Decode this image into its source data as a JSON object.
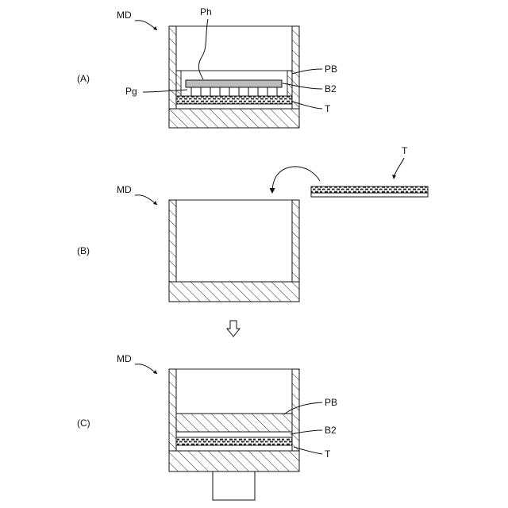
{
  "panels": {
    "a": {
      "label": "(A)",
      "mold_label": "MD",
      "ph_label": "Ph",
      "pg_label": "Pg",
      "pb_label": "PB",
      "b2_label": "B2",
      "t_label": "T"
    },
    "b": {
      "label": "(B)",
      "mold_label": "MD",
      "t_label": "T"
    },
    "c": {
      "label": "(C)",
      "mold_label": "MD",
      "pb_label": "PB",
      "b2_label": "B2",
      "t_label": "T"
    }
  }
}
